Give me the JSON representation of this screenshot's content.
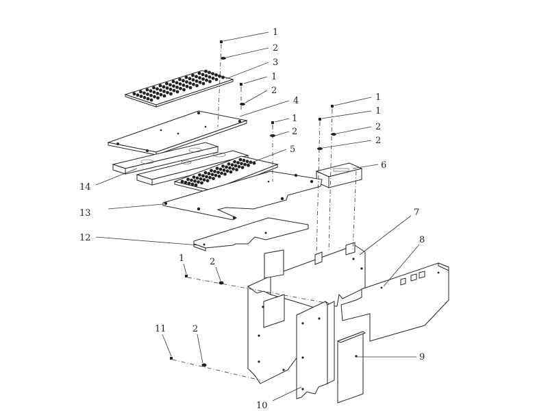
{
  "callouts": [
    {
      "id": "c1a",
      "label": "1"
    },
    {
      "id": "c2a",
      "label": "2"
    },
    {
      "id": "c3",
      "label": "3"
    },
    {
      "id": "c1b",
      "label": "1"
    },
    {
      "id": "c2b",
      "label": "2"
    },
    {
      "id": "c4",
      "label": "4"
    },
    {
      "id": "c1c",
      "label": "1"
    },
    {
      "id": "c2c",
      "label": "2"
    },
    {
      "id": "c1d",
      "label": "1"
    },
    {
      "id": "c1e",
      "label": "1"
    },
    {
      "id": "c2d",
      "label": "2"
    },
    {
      "id": "c2e",
      "label": "2"
    },
    {
      "id": "c5",
      "label": "5"
    },
    {
      "id": "c6",
      "label": "6"
    },
    {
      "id": "c14",
      "label": "14"
    },
    {
      "id": "c13",
      "label": "13"
    },
    {
      "id": "c12",
      "label": "12"
    },
    {
      "id": "c7",
      "label": "7"
    },
    {
      "id": "c8",
      "label": "8"
    },
    {
      "id": "c1f",
      "label": "1"
    },
    {
      "id": "c2f",
      "label": "2"
    },
    {
      "id": "c11",
      "label": "11"
    },
    {
      "id": "c2g",
      "label": "2"
    },
    {
      "id": "c9",
      "label": "9"
    },
    {
      "id": "c10",
      "label": "10"
    }
  ]
}
